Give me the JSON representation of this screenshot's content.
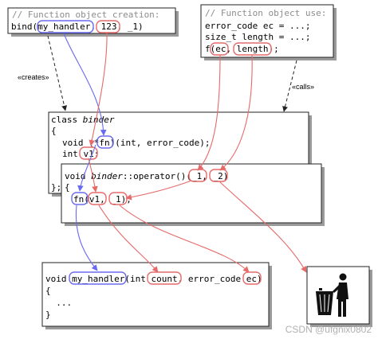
{
  "creation_box": {
    "comment": "// Function object creation:",
    "bind_prefix": "bind(",
    "handler_arg": "my_handler",
    "sep1": ", ",
    "num_arg": "123",
    "sep2": ", ",
    "placeholder_arg": "_1)"
  },
  "use_box": {
    "comment": "// Function object use:",
    "line1": "error_code ec = ...;",
    "line2": "size_t length = ...;",
    "call_prefix": "f(",
    "arg_ec": "ec",
    "sep": ", ",
    "arg_length": "length",
    "call_suffix": ");"
  },
  "labels": {
    "creates": "«creates»",
    "calls": "«calls»"
  },
  "binder_box": {
    "class_kw": "class ",
    "class_name": "binder",
    "open_brace": "{",
    "member1_prefix": "void (*",
    "member1_fn": "fn",
    "member1_suffix": ")(int, error_code);",
    "member2_prefix": "int ",
    "member2_v1": "v1",
    "member2_suffix": ";",
    "close_brace": "};"
  },
  "operator_box": {
    "sig_prefix": "void ",
    "sig_class": "binder",
    "sig_middle": "::operator()(",
    "sig_arg1": "_1",
    "sig_sep": ", ",
    "sig_arg2": "_2",
    "sig_suffix": ")",
    "open_brace": "{",
    "body_fn": "fn",
    "body_paren": "(",
    "body_v1": "v1",
    "body_sep": ", ",
    "body_arg": "_1",
    "body_suffix": ");"
  },
  "handler_box": {
    "prefix": "void ",
    "name": "my_handler",
    "paren": "(int ",
    "param_count": "count",
    "sep": ", error_code ",
    "param_ec": "ec",
    "suffix": ")",
    "open_brace": "{",
    "body": "  ...",
    "close_brace": "}"
  },
  "watermark": "CSDN @ufgnix0802",
  "icons": {
    "trash": "trash-can-icon"
  },
  "colors": {
    "blue": "#6a6af0",
    "red": "#e66a6a",
    "shadow": "#9a9a9a"
  }
}
